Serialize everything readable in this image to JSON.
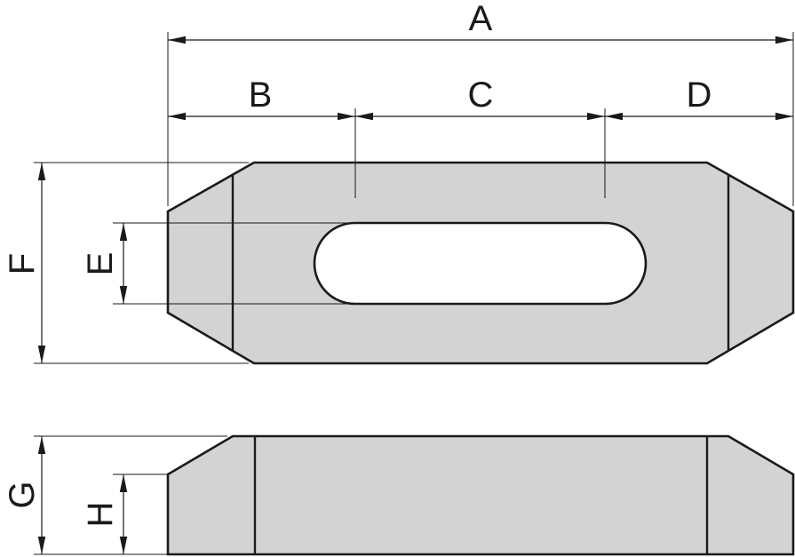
{
  "labels": {
    "a": "A",
    "b": "B",
    "c": "C",
    "d": "D",
    "e": "E",
    "f": "F",
    "g": "G",
    "h": "H"
  },
  "colors": {
    "part_fill": "#d3d3d3",
    "line": "#1a1a1a",
    "slot_fill": "#ffffff",
    "background": "#ffffff"
  }
}
